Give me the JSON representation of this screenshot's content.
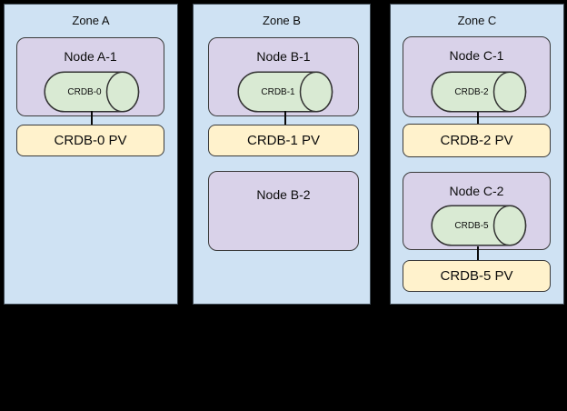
{
  "zones": [
    {
      "label": "Zone A",
      "nodes": [
        {
          "label": "Node A-1",
          "db": "CRDB-0",
          "pv": "CRDB-0 PV"
        }
      ]
    },
    {
      "label": "Zone B",
      "nodes": [
        {
          "label": "Node B-1",
          "db": "CRDB-1",
          "pv": "CRDB-1 PV"
        },
        {
          "label": "Node B-2"
        }
      ]
    },
    {
      "label": "Zone C",
      "nodes": [
        {
          "label": "Node C-1",
          "db": "CRDB-2",
          "pv": "CRDB-2 PV"
        },
        {
          "label": "Node C-2",
          "db": "CRDB-5",
          "pv": "CRDB-5 PV"
        }
      ]
    }
  ],
  "colors": {
    "background": "#000000",
    "zone_fill": "#cfe2f3",
    "node_fill": "#d9d2e9",
    "cylinder_fill": "#d9ead3",
    "pv_fill": "#fff2cc",
    "stroke": "#333333",
    "connector": "#0a0a0a"
  }
}
